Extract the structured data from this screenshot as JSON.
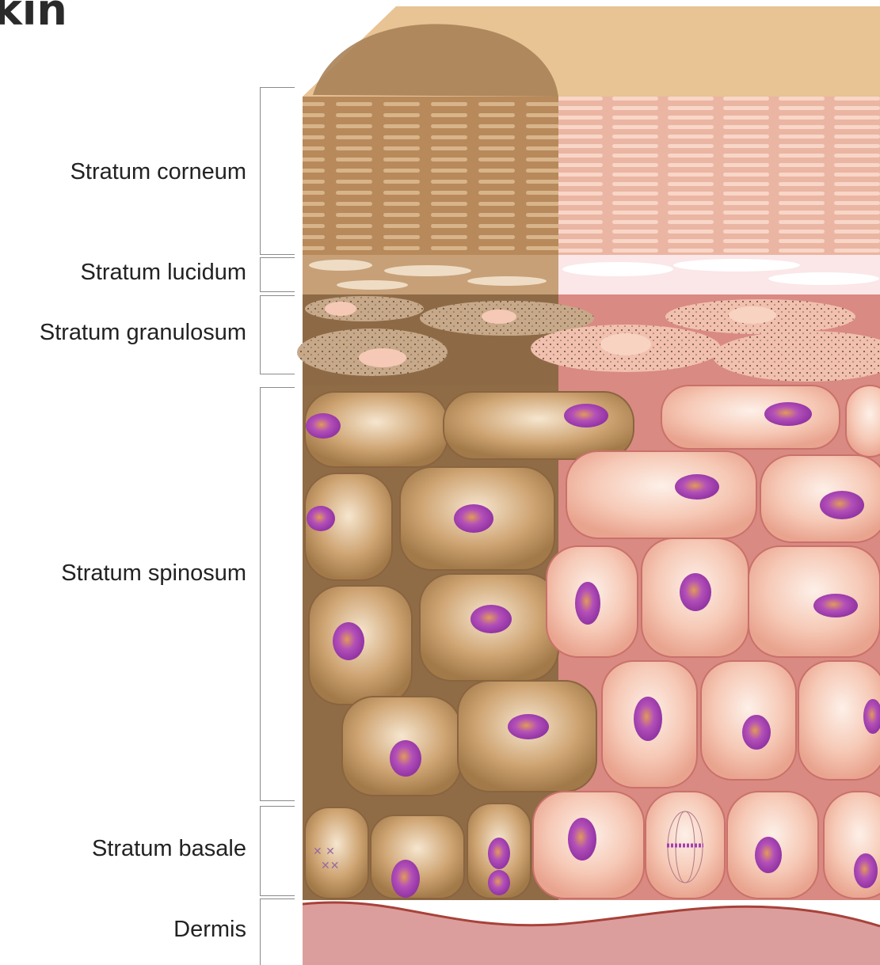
{
  "page_title": "kin",
  "layers": [
    {
      "id": "corneum",
      "label": "Stratum corneum"
    },
    {
      "id": "lucidum",
      "label": "Stratum lucidum"
    },
    {
      "id": "granulosum",
      "label": "Stratum granulosum"
    },
    {
      "id": "spinosum",
      "label": "Stratum spinosum"
    },
    {
      "id": "basale",
      "label": "Stratum basale"
    },
    {
      "id": "dermis",
      "label": "Dermis"
    }
  ],
  "colors": {
    "surface_tan": "#e8c394",
    "melanin_brown": "#b08656",
    "corneum_pink": "#f2c3b0",
    "lucidum_white": "#fbe6e8",
    "interstitial_red": "#d98a82",
    "cell_pink": "#f6c9b6",
    "cell_brown": "#c29766",
    "nucleus_purple": "#a23fb0",
    "dermis": "#dc9e9c"
  }
}
